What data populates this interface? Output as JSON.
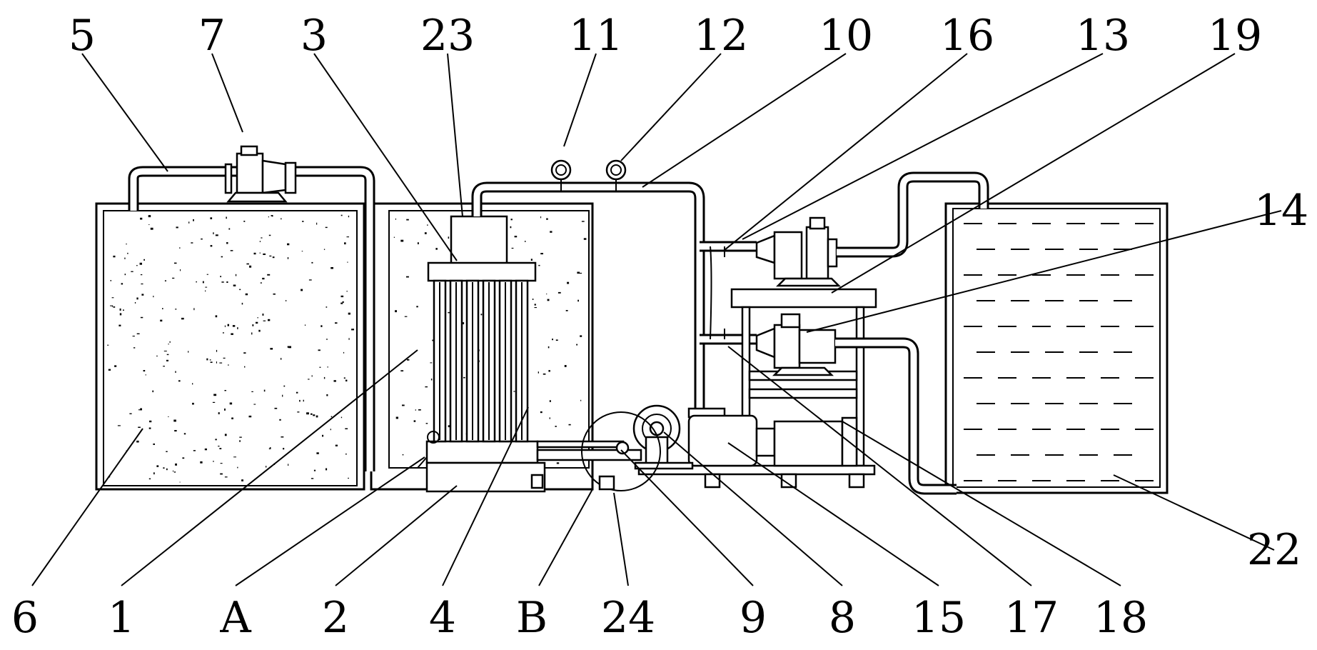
{
  "labels": {
    "top": [
      "5",
      "7",
      "3",
      "23",
      "11",
      "12",
      "10",
      "16",
      "13",
      "19",
      "14"
    ],
    "bottom": [
      "6",
      "1",
      "A",
      "2",
      "4",
      "B",
      "24",
      "9",
      "8",
      "15",
      "17",
      "18",
      "22"
    ]
  }
}
